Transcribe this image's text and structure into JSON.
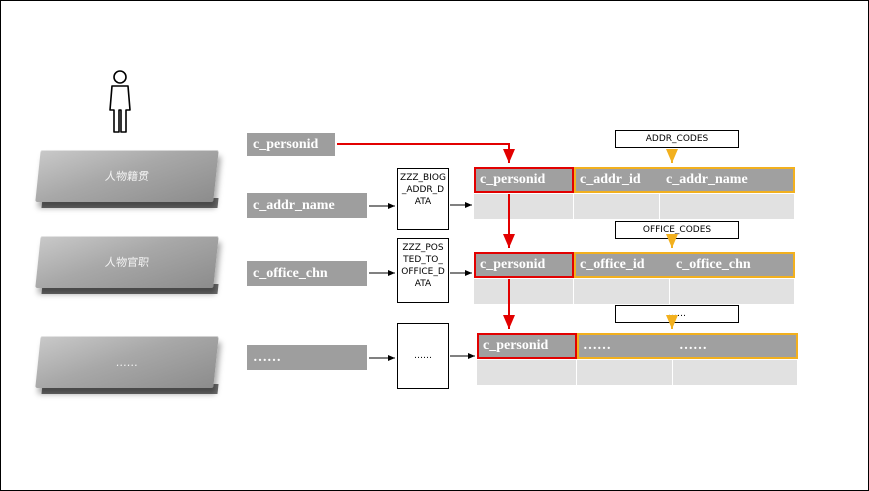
{
  "categories": [
    {
      "name": "人物籍贯"
    },
    {
      "name": "人物官职"
    },
    {
      "name": "……"
    }
  ],
  "top_field": "c_personid",
  "fields": [
    "c_addr_name",
    "c_office_chn",
    "……"
  ],
  "source_tables": [
    "ZZZ_BIOG_ADDR_DATA",
    "ZZZ_POSTED_TO_OFFICE_DATA",
    "……"
  ],
  "code_tables": [
    "ADDR_CODES",
    "OFFICE_CODES",
    "……"
  ],
  "target_rows": [
    {
      "key": "c_personid",
      "col2": "c_addr_id",
      "col3": "c_addr_name"
    },
    {
      "key": "c_personid",
      "col2": "c_office_id",
      "col3": "c_office_chn"
    },
    {
      "key": "c_personid",
      "col2": "……",
      "col3": "……"
    }
  ],
  "colors": {
    "key_outline": "#e20000",
    "code_outline": "#f2b01e",
    "field_fill": "#9e9e9e"
  }
}
